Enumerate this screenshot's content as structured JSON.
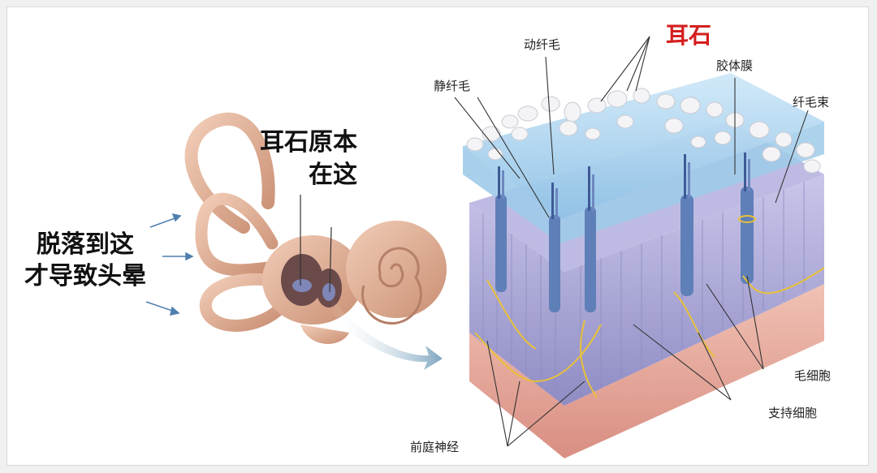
{
  "left_caption": {
    "line1": "脱落到这",
    "line2": "才导致头晕"
  },
  "origin_caption": {
    "line1": "耳石原本",
    "line2": "在这"
  },
  "structure_labels": {
    "otolith": "耳石",
    "kinocilium": "动纤毛",
    "stereocilia": "静纤毛",
    "otolithic_membrane": "胶体膜",
    "hair_bundle": "纤毛束",
    "hair_cell": "毛细胞",
    "supporting_cell": "支持细胞",
    "vestibular_nerve": "前庭神经"
  },
  "colors": {
    "otolith_label": "#d41f1f",
    "ear": "#e2b49a",
    "membrane": "#a9d4ee",
    "cells": "#b9b6dc",
    "nerve": "#e8c13a"
  }
}
